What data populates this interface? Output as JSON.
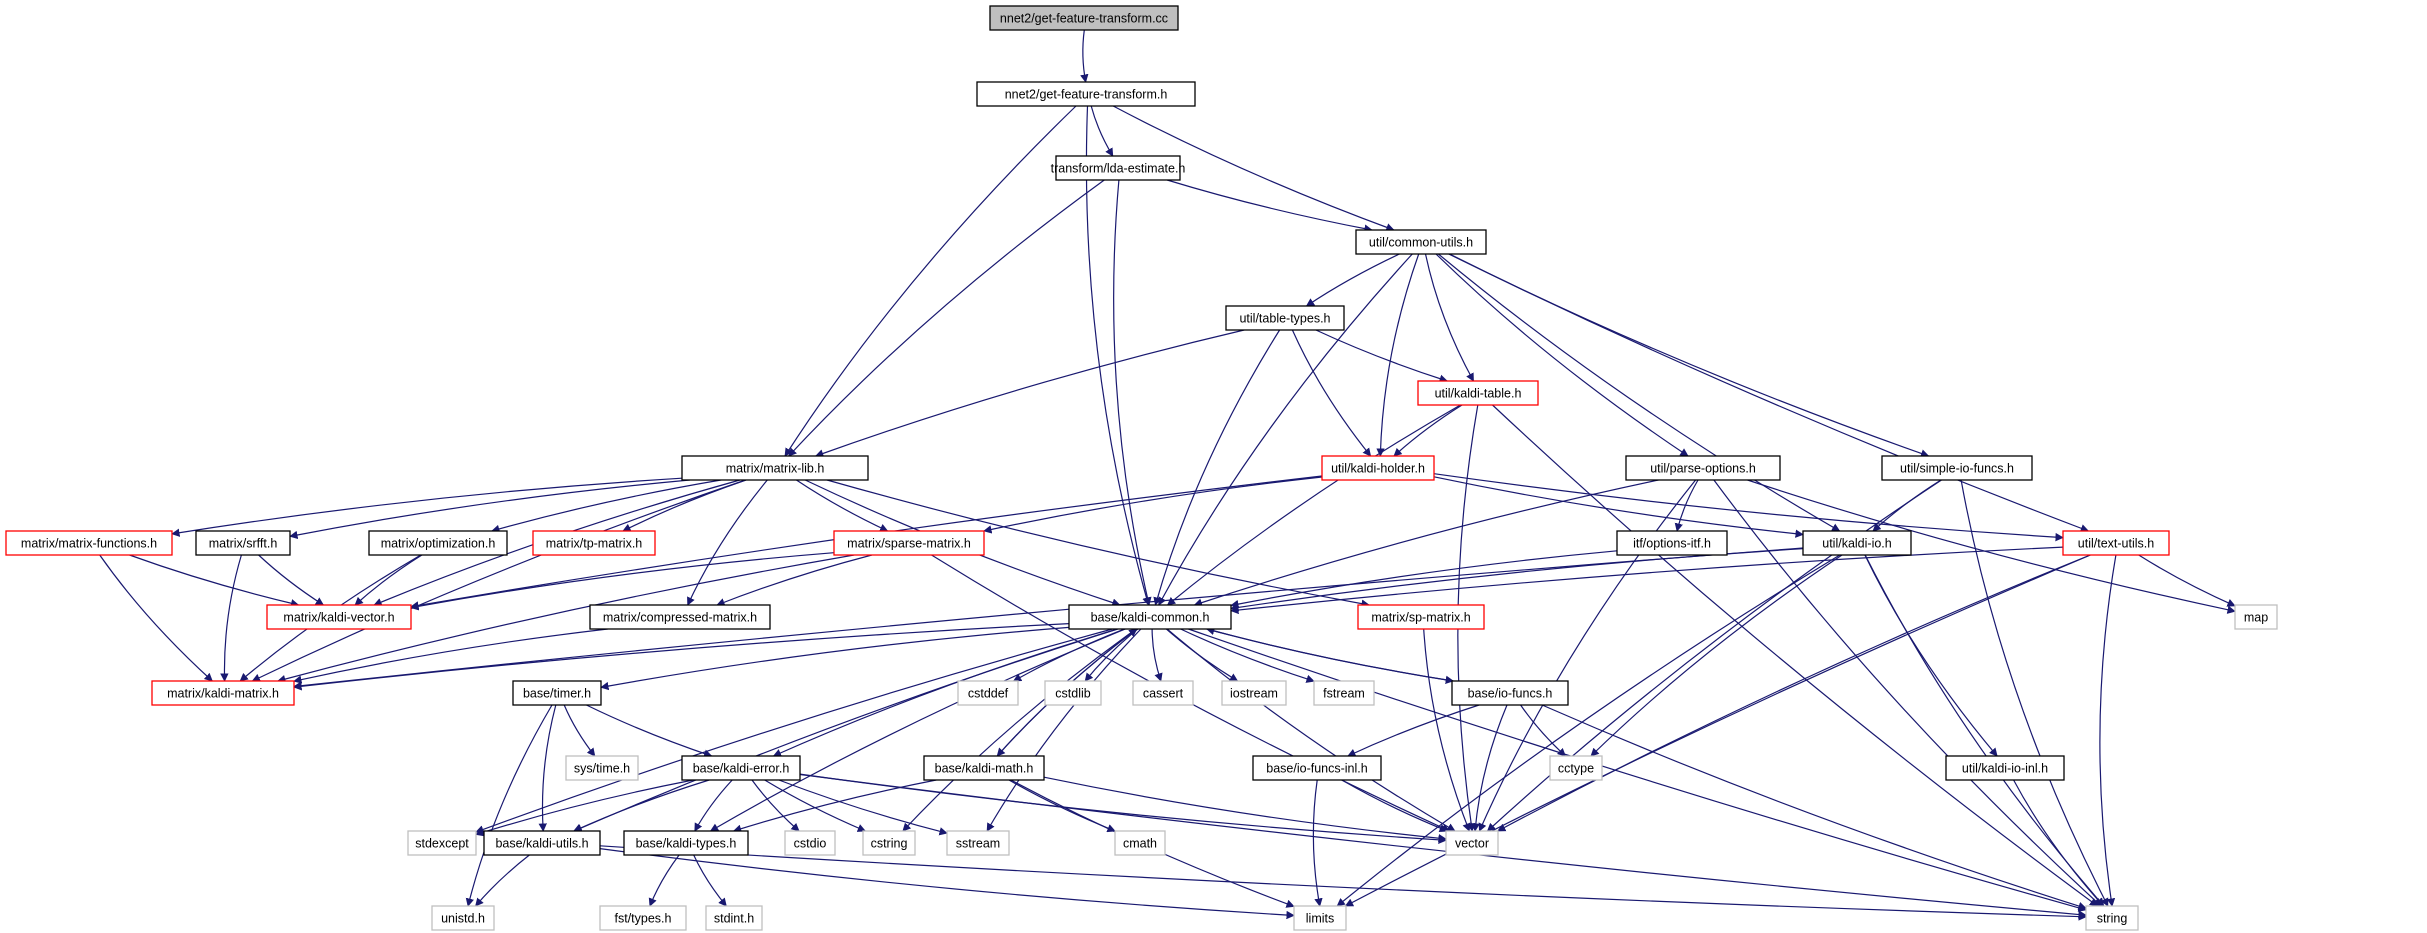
{
  "diagram": {
    "title": "nnet2/get-feature-transform.cc",
    "colors": {
      "edge": "#191970",
      "root_fill": "#bfbfbf",
      "normal_border": "#000000",
      "truncated_border": "#ff0000",
      "system_border": "#bfbfbf",
      "fill": "#ffffff"
    },
    "nodes": [
      {
        "id": "n_root",
        "label": "nnet2/get-feature-transform.cc",
        "style": "root"
      },
      {
        "id": "n_gfth",
        "label": "nnet2/get-feature-transform.h",
        "style": "normal"
      },
      {
        "id": "n_lda",
        "label": "transform/lda-estimate.h",
        "style": "normal"
      },
      {
        "id": "n_cu",
        "label": "util/common-utils.h",
        "style": "normal"
      },
      {
        "id": "n_tt",
        "label": "util/table-types.h",
        "style": "normal"
      },
      {
        "id": "n_kt",
        "label": "util/kaldi-table.h",
        "style": "truncated"
      },
      {
        "id": "n_po",
        "label": "util/parse-options.h",
        "style": "normal"
      },
      {
        "id": "n_sio",
        "label": "util/simple-io-funcs.h",
        "style": "normal"
      },
      {
        "id": "n_ml",
        "label": "matrix/matrix-lib.h",
        "style": "normal"
      },
      {
        "id": "n_kh",
        "label": "util/kaldi-holder.h",
        "style": "truncated"
      },
      {
        "id": "n_mf",
        "label": "matrix/matrix-functions.h",
        "style": "truncated"
      },
      {
        "id": "n_srfft",
        "label": "matrix/srfft.h",
        "style": "normal"
      },
      {
        "id": "n_opt",
        "label": "matrix/optimization.h",
        "style": "normal"
      },
      {
        "id": "n_tp",
        "label": "matrix/tp-matrix.h",
        "style": "truncated"
      },
      {
        "id": "n_sparse",
        "label": "matrix/sparse-matrix.h",
        "style": "truncated"
      },
      {
        "id": "n_itf",
        "label": "itf/options-itf.h",
        "style": "normal"
      },
      {
        "id": "n_kio",
        "label": "util/kaldi-io.h",
        "style": "normal"
      },
      {
        "id": "n_tu",
        "label": "util/text-utils.h",
        "style": "truncated"
      },
      {
        "id": "n_kv",
        "label": "matrix/kaldi-vector.h",
        "style": "truncated"
      },
      {
        "id": "n_cm",
        "label": "matrix/compressed-matrix.h",
        "style": "normal"
      },
      {
        "id": "n_bkc",
        "label": "base/kaldi-common.h",
        "style": "normal"
      },
      {
        "id": "n_sp",
        "label": "matrix/sp-matrix.h",
        "style": "truncated"
      },
      {
        "id": "n_map",
        "label": "map",
        "style": "system"
      },
      {
        "id": "n_km",
        "label": "matrix/kaldi-matrix.h",
        "style": "truncated"
      },
      {
        "id": "n_timer",
        "label": "base/timer.h",
        "style": "normal"
      },
      {
        "id": "n_cstddef",
        "label": "cstddef",
        "style": "system"
      },
      {
        "id": "n_cstdlib",
        "label": "cstdlib",
        "style": "system"
      },
      {
        "id": "n_cassert",
        "label": "cassert",
        "style": "system"
      },
      {
        "id": "n_iostream",
        "label": "iostream",
        "style": "system"
      },
      {
        "id": "n_fstream",
        "label": "fstream",
        "style": "system"
      },
      {
        "id": "n_iof",
        "label": "base/io-funcs.h",
        "style": "normal"
      },
      {
        "id": "n_systime",
        "label": "sys/time.h",
        "style": "system"
      },
      {
        "id": "n_ke",
        "label": "base/kaldi-error.h",
        "style": "normal"
      },
      {
        "id": "n_kmath",
        "label": "base/kaldi-math.h",
        "style": "normal"
      },
      {
        "id": "n_iofi",
        "label": "base/io-funcs-inl.h",
        "style": "normal"
      },
      {
        "id": "n_cctype",
        "label": "cctype",
        "style": "system"
      },
      {
        "id": "n_kioi",
        "label": "util/kaldi-io-inl.h",
        "style": "normal"
      },
      {
        "id": "n_stdexcept",
        "label": "stdexcept",
        "style": "system"
      },
      {
        "id": "n_ku",
        "label": "base/kaldi-utils.h",
        "style": "normal"
      },
      {
        "id": "n_kty",
        "label": "base/kaldi-types.h",
        "style": "normal"
      },
      {
        "id": "n_cstdio",
        "label": "cstdio",
        "style": "system"
      },
      {
        "id": "n_cstring",
        "label": "cstring",
        "style": "system"
      },
      {
        "id": "n_sstream",
        "label": "sstream",
        "style": "system"
      },
      {
        "id": "n_cmath",
        "label": "cmath",
        "style": "system"
      },
      {
        "id": "n_vector",
        "label": "vector",
        "style": "system"
      },
      {
        "id": "n_unistd",
        "label": "unistd.h",
        "style": "system"
      },
      {
        "id": "n_fsttypes",
        "label": "fst/types.h",
        "style": "system"
      },
      {
        "id": "n_stdint",
        "label": "stdint.h",
        "style": "system"
      },
      {
        "id": "n_limits",
        "label": "limits",
        "style": "system"
      },
      {
        "id": "n_string",
        "label": "string",
        "style": "system"
      }
    ],
    "edges": [
      [
        "n_root",
        "n_gfth"
      ],
      [
        "n_gfth",
        "n_lda"
      ],
      [
        "n_gfth",
        "n_cu"
      ],
      [
        "n_gfth",
        "n_ml"
      ],
      [
        "n_gfth",
        "n_bkc"
      ],
      [
        "n_lda",
        "n_cu"
      ],
      [
        "n_lda",
        "n_ml"
      ],
      [
        "n_lda",
        "n_bkc"
      ],
      [
        "n_cu",
        "n_tt"
      ],
      [
        "n_cu",
        "n_kt"
      ],
      [
        "n_cu",
        "n_po"
      ],
      [
        "n_cu",
        "n_sio"
      ],
      [
        "n_cu",
        "n_kh"
      ],
      [
        "n_cu",
        "n_kio"
      ],
      [
        "n_cu",
        "n_tu"
      ],
      [
        "n_cu",
        "n_bkc"
      ],
      [
        "n_tt",
        "n_kt"
      ],
      [
        "n_tt",
        "n_kh"
      ],
      [
        "n_tt",
        "n_ml"
      ],
      [
        "n_tt",
        "n_bkc"
      ],
      [
        "n_kt",
        "n_kh"
      ],
      [
        "n_kt",
        "n_bkc"
      ],
      [
        "n_kt",
        "n_string"
      ],
      [
        "n_kt",
        "n_vector"
      ],
      [
        "n_kh",
        "n_kio"
      ],
      [
        "n_kh",
        "n_tu"
      ],
      [
        "n_kh",
        "n_sparse"
      ],
      [
        "n_kh",
        "n_kv"
      ],
      [
        "n_po",
        "n_itf"
      ],
      [
        "n_po",
        "n_bkc"
      ],
      [
        "n_po",
        "n_map"
      ],
      [
        "n_po",
        "n_string"
      ],
      [
        "n_po",
        "n_vector"
      ],
      [
        "n_sio",
        "n_kio"
      ],
      [
        "n_sio",
        "n_vector"
      ],
      [
        "n_sio",
        "n_string"
      ],
      [
        "n_ml",
        "n_mf"
      ],
      [
        "n_ml",
        "n_srfft"
      ],
      [
        "n_ml",
        "n_opt"
      ],
      [
        "n_ml",
        "n_tp"
      ],
      [
        "n_ml",
        "n_sparse"
      ],
      [
        "n_ml",
        "n_kv"
      ],
      [
        "n_ml",
        "n_cm"
      ],
      [
        "n_ml",
        "n_km"
      ],
      [
        "n_ml",
        "n_bkc"
      ],
      [
        "n_ml",
        "n_sp"
      ],
      [
        "n_mf",
        "n_kv"
      ],
      [
        "n_mf",
        "n_km"
      ],
      [
        "n_srfft",
        "n_kv"
      ],
      [
        "n_srfft",
        "n_km"
      ],
      [
        "n_opt",
        "n_kv"
      ],
      [
        "n_opt",
        "n_km"
      ],
      [
        "n_sparse",
        "n_kv"
      ],
      [
        "n_sparse",
        "n_cm"
      ],
      [
        "n_sparse",
        "n_km"
      ],
      [
        "n_sparse",
        "n_vector"
      ],
      [
        "n_cm",
        "n_km"
      ],
      [
        "n_itf",
        "n_bkc"
      ],
      [
        "n_kio",
        "n_bkc"
      ],
      [
        "n_kio",
        "n_cctype"
      ],
      [
        "n_kio",
        "n_kioi"
      ],
      [
        "n_kio",
        "n_string"
      ],
      [
        "n_kio",
        "n_limits"
      ],
      [
        "n_kio",
        "n_km"
      ],
      [
        "n_tu",
        "n_bkc"
      ],
      [
        "n_tu",
        "n_map"
      ],
      [
        "n_tu",
        "n_string"
      ],
      [
        "n_tu",
        "n_vector"
      ],
      [
        "n_tu",
        "n_limits"
      ],
      [
        "n_sp",
        "n_vector"
      ],
      [
        "n_bkc",
        "n_km"
      ],
      [
        "n_bkc",
        "n_timer"
      ],
      [
        "n_bkc",
        "n_cstddef"
      ],
      [
        "n_bkc",
        "n_cstdlib"
      ],
      [
        "n_bkc",
        "n_cassert"
      ],
      [
        "n_bkc",
        "n_iostream"
      ],
      [
        "n_bkc",
        "n_fstream"
      ],
      [
        "n_bkc",
        "n_iof"
      ],
      [
        "n_bkc",
        "n_ke"
      ],
      [
        "n_bkc",
        "n_kmath"
      ],
      [
        "n_bkc",
        "n_vector"
      ],
      [
        "n_bkc",
        "n_string"
      ],
      [
        "n_bkc",
        "n_stdexcept"
      ],
      [
        "n_bkc",
        "n_ku"
      ],
      [
        "n_bkc",
        "n_kty"
      ],
      [
        "n_bkc",
        "n_cstring"
      ],
      [
        "n_bkc",
        "n_sstream"
      ],
      [
        "n_timer",
        "n_systime"
      ],
      [
        "n_timer",
        "n_ke"
      ],
      [
        "n_timer",
        "n_ku"
      ],
      [
        "n_timer",
        "n_unistd"
      ],
      [
        "n_iof",
        "n_iofi"
      ],
      [
        "n_iof",
        "n_cctype"
      ],
      [
        "n_iof",
        "n_vector"
      ],
      [
        "n_iof",
        "n_string"
      ],
      [
        "n_iof",
        "n_bkc"
      ],
      [
        "n_iofi",
        "n_vector"
      ],
      [
        "n_iofi",
        "n_limits"
      ],
      [
        "n_ke",
        "n_stdexcept"
      ],
      [
        "n_ke",
        "n_ku"
      ],
      [
        "n_ke",
        "n_kty"
      ],
      [
        "n_ke",
        "n_cstdio"
      ],
      [
        "n_ke",
        "n_cstring"
      ],
      [
        "n_ke",
        "n_sstream"
      ],
      [
        "n_ke",
        "n_vector"
      ],
      [
        "n_ke",
        "n_string"
      ],
      [
        "n_kmath",
        "n_kty"
      ],
      [
        "n_kmath",
        "n_cmath"
      ],
      [
        "n_kmath",
        "n_limits"
      ],
      [
        "n_kmath",
        "n_vector"
      ],
      [
        "n_kmath",
        "n_bkc"
      ],
      [
        "n_kioi",
        "n_string"
      ],
      [
        "n_ku",
        "n_unistd"
      ],
      [
        "n_ku",
        "n_string"
      ],
      [
        "n_ku",
        "n_limits"
      ],
      [
        "n_kty",
        "n_fsttypes"
      ],
      [
        "n_kty",
        "n_stdint"
      ]
    ]
  }
}
